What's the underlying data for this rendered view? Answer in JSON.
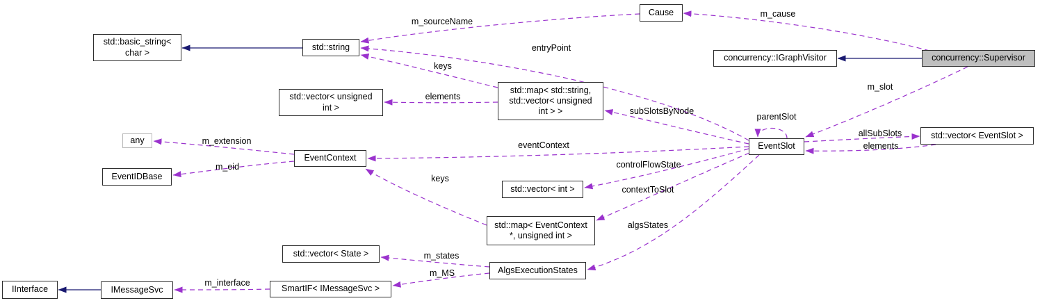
{
  "diagram": {
    "kind": "collaboration-graph",
    "colors": {
      "background": "#ffffff",
      "usage_edge": "#9a32cd",
      "inheritance_edge": "#191970",
      "node_border": "#2e2e2e",
      "external_node_border": "#b9b9b9",
      "focus_node_fill": "#bfbfbf"
    },
    "nodes": {
      "basic_string": {
        "label": "std::basic_string<\nchar >"
      },
      "std_string": {
        "label": "std::string"
      },
      "cause": {
        "label": "Cause"
      },
      "igraphvisitor": {
        "label": "concurrency::IGraphVisitor"
      },
      "supervisor": {
        "label": "concurrency::Supervisor"
      },
      "vector_unsigned": {
        "label": "std::vector< unsigned\nint >"
      },
      "map_string_vector": {
        "label": "std::map< std::string,\nstd::vector< unsigned\nint > >"
      },
      "eventslot": {
        "label": "EventSlot"
      },
      "vector_eventslot": {
        "label": "std::vector< EventSlot >"
      },
      "any": {
        "label": "any"
      },
      "eventcontext": {
        "label": "EventContext"
      },
      "eventidbase": {
        "label": "EventIDBase"
      },
      "vector_int": {
        "label": "std::vector< int >"
      },
      "map_eventcontext": {
        "label": "std::map< EventContext\n*, unsigned int >"
      },
      "algsexecutionstates": {
        "label": "AlgsExecutionStates"
      },
      "vector_state": {
        "label": "std::vector< State >"
      },
      "iinterface": {
        "label": "IInterface"
      },
      "imessagesvc": {
        "label": "IMessageSvc"
      },
      "smartif": {
        "label": "SmartIF< IMessageSvc >"
      }
    },
    "edges": {
      "inherit_string_basicstring": {
        "label": "",
        "type": "inheritance",
        "from": "std_string",
        "to": "basic_string"
      },
      "inherit_supervisor_igraphvisitor": {
        "label": "",
        "type": "inheritance",
        "from": "supervisor",
        "to": "igraphvisitor"
      },
      "inherit_imessagesvc_iinterface": {
        "label": "",
        "type": "inheritance",
        "from": "imessagesvc",
        "to": "iinterface"
      },
      "m_cause": {
        "label": "m_cause",
        "type": "usage",
        "from": "supervisor",
        "to": "cause"
      },
      "m_sourceName": {
        "label": "m_sourceName",
        "type": "usage",
        "from": "cause",
        "to": "std_string"
      },
      "entryPoint": {
        "label": "entryPoint",
        "type": "usage",
        "from": "eventslot",
        "to": "std_string"
      },
      "keys_map_string": {
        "label": "keys",
        "type": "usage",
        "from": "map_string_vector",
        "to": "std_string"
      },
      "elements_map": {
        "label": "elements",
        "type": "usage",
        "from": "map_string_vector",
        "to": "vector_unsigned"
      },
      "subSlotsByNode": {
        "label": "subSlotsByNode",
        "type": "usage",
        "from": "eventslot",
        "to": "map_string_vector"
      },
      "m_slot": {
        "label": "m_slot",
        "type": "usage",
        "from": "supervisor",
        "to": "eventslot"
      },
      "parentSlot": {
        "label": "parentSlot",
        "type": "usage",
        "from": "eventslot",
        "to": "eventslot"
      },
      "allSubSlots": {
        "label": "allSubSlots",
        "type": "usage",
        "from": "eventslot",
        "to": "vector_eventslot"
      },
      "elements_vec": {
        "label": "elements",
        "type": "usage",
        "from": "vector_eventslot",
        "to": "eventslot"
      },
      "eventContext": {
        "label": "eventContext",
        "type": "usage",
        "from": "eventslot",
        "to": "eventcontext"
      },
      "m_extension": {
        "label": "m_extension",
        "type": "usage",
        "from": "eventcontext",
        "to": "any"
      },
      "m_eid": {
        "label": "m_eid",
        "type": "usage",
        "from": "eventcontext",
        "to": "eventidbase"
      },
      "keys_map_ec": {
        "label": "keys",
        "type": "usage",
        "from": "map_eventcontext",
        "to": "eventcontext"
      },
      "controlFlowState": {
        "label": "controlFlowState",
        "type": "usage",
        "from": "eventslot",
        "to": "vector_int"
      },
      "contextToSlot": {
        "label": "contextToSlot",
        "type": "usage",
        "from": "eventslot",
        "to": "map_eventcontext"
      },
      "algsStates": {
        "label": "algsStates",
        "type": "usage",
        "from": "eventslot",
        "to": "algsexecutionstates"
      },
      "m_states": {
        "label": "m_states",
        "type": "usage",
        "from": "algsexecutionstates",
        "to": "vector_state"
      },
      "m_MS": {
        "label": "m_MS",
        "type": "usage",
        "from": "algsexecutionstates",
        "to": "smartif"
      },
      "m_interface": {
        "label": "m_interface",
        "type": "usage",
        "from": "smartif",
        "to": "imessagesvc"
      }
    }
  }
}
